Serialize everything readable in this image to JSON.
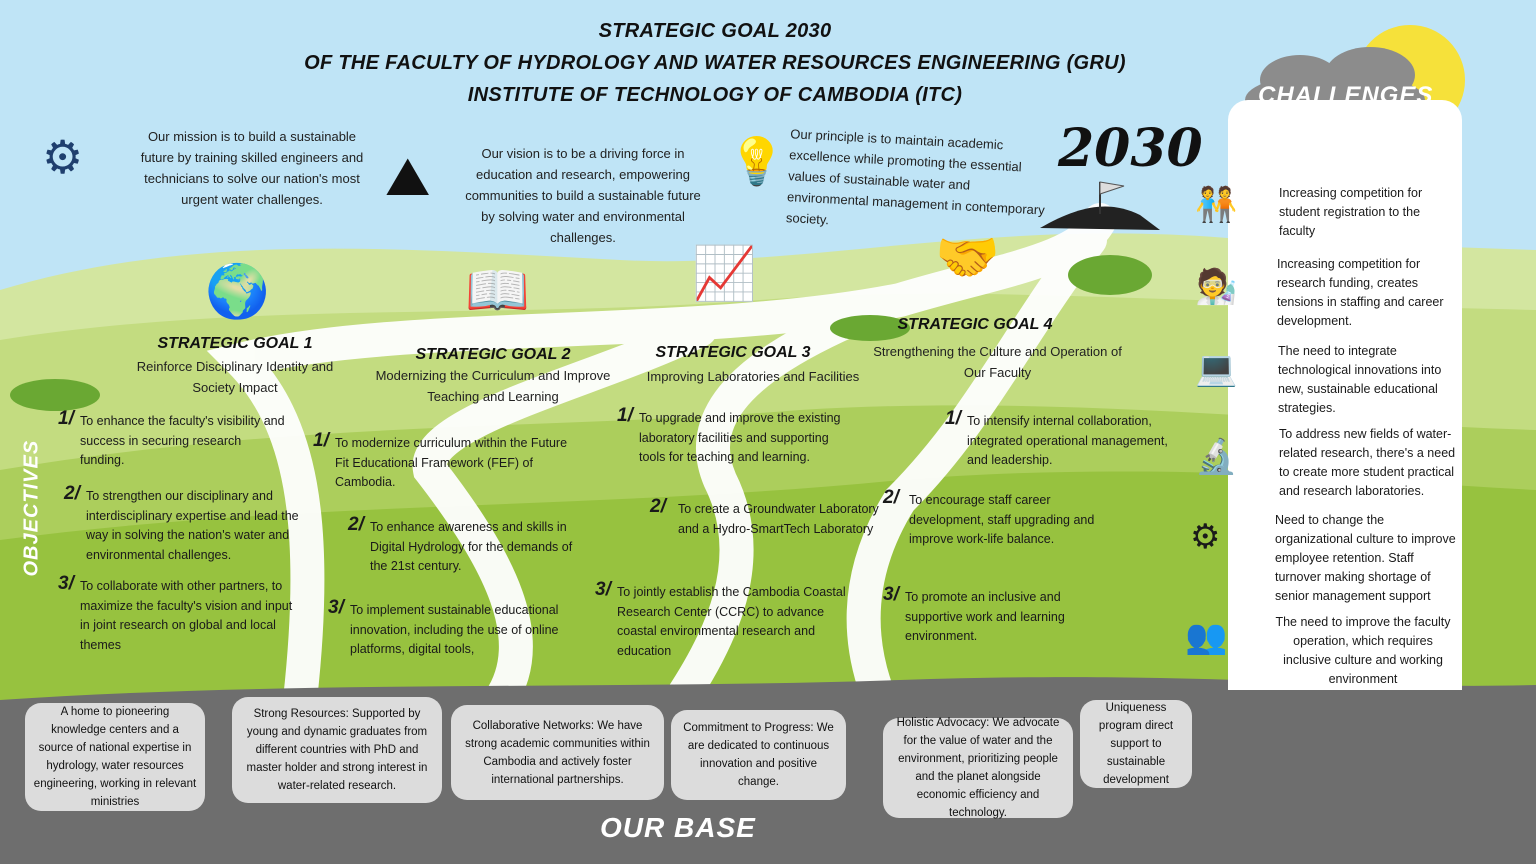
{
  "header": {
    "line1": "STRATEGIC GOAL 2030",
    "line2": "OF THE FACULTY OF HYDROLOGY AND WATER RESOURCES ENGINEERING (GRU)",
    "line3": "INSTITUTE OF TECHNOLOGY OF CAMBODIA (ITC)"
  },
  "mission": "Our mission is to build a sustainable future by training skilled engineers and technicians to solve our nation's most urgent water challenges.",
  "vision": "Our vision is to be a driving force in education and research, empowering communities to build a sustainable future by solving water and environmental challenges.",
  "principle": "Our principle is to maintain academic excellence while promoting the essential values of sustainable water and environmental management in contemporary society.",
  "year_label": "2030",
  "objectives_label": "OBJECTIVES",
  "goals": [
    {
      "title": "STRATEGIC GOAL 1",
      "desc": "Reinforce Disciplinary Identity and Society Impact",
      "objectives": [
        {
          "num": "1/",
          "text": "To enhance the faculty's visibility and success in securing research funding."
        },
        {
          "num": "2/",
          "text": "To strengthen our disciplinary and interdisciplinary expertise and lead the way in solving the nation's water and environmental challenges."
        },
        {
          "num": "3/",
          "text": "To collaborate with other partners, to maximize the faculty's vision and input in joint research on global and local themes"
        }
      ]
    },
    {
      "title": "STRATEGIC GOAL 2",
      "desc": "Modernizing the Curriculum and Improve Teaching and Learning",
      "objectives": [
        {
          "num": "1/",
          "text": "To modernize curriculum within the Future Fit Educational Framework (FEF) of Cambodia."
        },
        {
          "num": "2/",
          "text": "To enhance awareness and skills in Digital Hydrology for the demands of the 21st century."
        },
        {
          "num": "3/",
          "text": "To implement sustainable educational innovation, including the use of online platforms, digital tools,"
        }
      ]
    },
    {
      "title": "STRATEGIC GOAL 3",
      "desc": "Improving Laboratories and Facilities",
      "objectives": [
        {
          "num": "1/",
          "text": "To upgrade and improve the existing laboratory facilities and supporting tools for teaching and learning."
        },
        {
          "num": "2/",
          "text": "To create a Groundwater Laboratory and a Hydro-SmartTech Laboratory"
        },
        {
          "num": "3/",
          "text": "To jointly establish the Cambodia Coastal Research Center (CCRC) to advance coastal environmental research and education"
        }
      ]
    },
    {
      "title": "STRATEGIC GOAL 4",
      "desc": "Strengthening the Culture and Operation of Our Faculty",
      "objectives": [
        {
          "num": "1/",
          "text": "To intensify internal collaboration, integrated operational management, and leadership."
        },
        {
          "num": "2/",
          "text": "To encourage staff career development, staff upgrading and improve work-life balance."
        },
        {
          "num": "3/",
          "text": "To promote an inclusive and supportive work and learning environment."
        }
      ]
    }
  ],
  "challenges": {
    "title": "CHALLENGES",
    "items": [
      "Increasing competition for student registration to the faculty",
      "Increasing competition for research funding, creates tensions in staffing and career development.",
      "The need to integrate technological innovations into new, sustainable educational strategies.",
      "To address new fields of water-related research, there's a need to create more student practical and research laboratories.",
      "Need to change the organizational culture to improve employee retention. Staff turnover making shortage of senior management support",
      "The need to improve the faculty operation, which requires inclusive culture and working environment"
    ]
  },
  "base": {
    "title": "OUR BASE",
    "items": [
      "A home to pioneering knowledge centers and a source of national expertise in hydrology, water resources engineering, working in relevant ministries",
      "Strong Resources: Supported by young and dynamic graduates from different countries with PhD and master holder and strong interest in water-related research.",
      "Collaborative Networks: We have strong academic communities within Cambodia and actively foster international partnerships.",
      "Commitment to Progress: We are dedicated to continuous innovation and positive change.",
      "Holistic Advocacy: We advocate for the value of water and the environment, prioritizing people and the planet alongside economic efficiency and technology.",
      "Uniqueness program direct support to sustainable development"
    ]
  },
  "colors": {
    "sky": "#bfe4f6",
    "hill_light": "#c8df8a",
    "hill_mid": "#a9cc5a",
    "hill_dark": "#8fbf3a",
    "base_gray": "#6e6e6e",
    "box_gray": "#dcdcdc",
    "icon_blue": "#1f3f6e",
    "sun": "#f6e13a"
  }
}
